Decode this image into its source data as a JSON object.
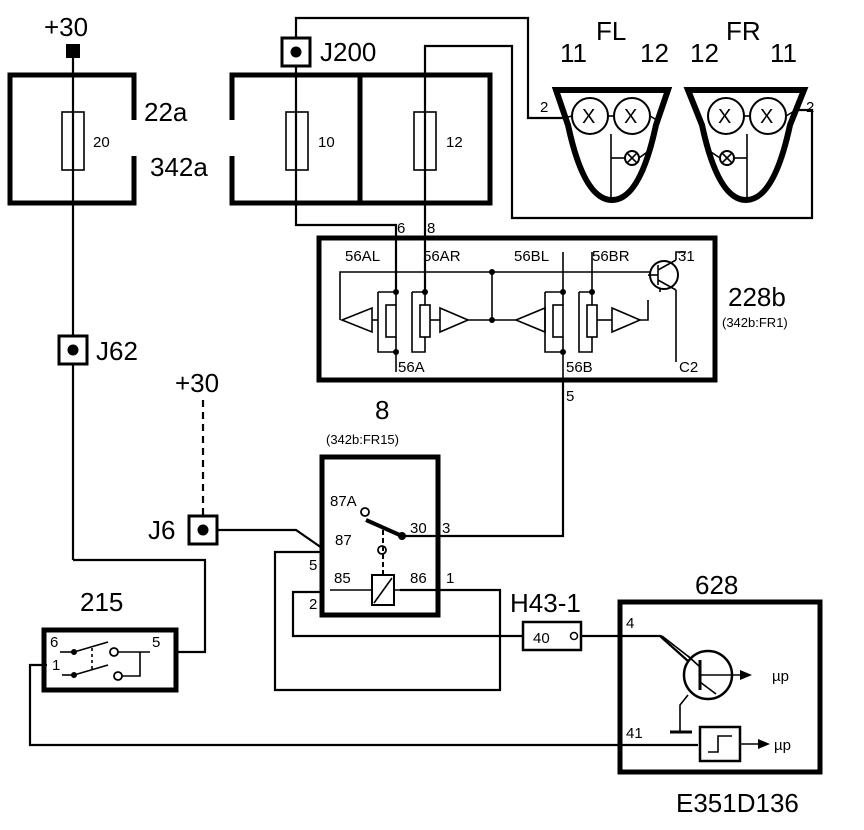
{
  "diagram_id": "E351D136",
  "supply": {
    "top_label": "+30",
    "mid_label": "+30"
  },
  "fuse_box_left": {
    "label_a": "22a",
    "label_b": "342a",
    "fuse": "20"
  },
  "fuse_box_right": {
    "fuse_1": "10",
    "fuse_2": "12"
  },
  "connectors": {
    "j200": "J200",
    "j62": "J62",
    "j6": "J6",
    "h43": "H43-1",
    "h43_pin": "40"
  },
  "lamps": {
    "fl_title": "FL",
    "fr_title": "FR",
    "fl_left": "11",
    "fl_right": "12",
    "fr_left": "12",
    "fr_right": "11",
    "fl_pin": "2",
    "fr_pin": "2"
  },
  "module_228b": {
    "id": "228b",
    "ref": "(342b:FR1)",
    "pin_6": "6",
    "pin_8": "8",
    "pin_31": "31",
    "pin_5": "5",
    "lbl_56al": "56AL",
    "lbl_56ar": "56AR",
    "lbl_56bl": "56BL",
    "lbl_56br": "56BR",
    "lbl_56a": "56A",
    "lbl_56b": "56B",
    "lbl_c2": "C2"
  },
  "relay_8": {
    "id": "8",
    "ref": "(342b:FR15)",
    "lbl_87a": "87A",
    "lbl_87": "87",
    "lbl_30": "30",
    "lbl_85": "85",
    "lbl_86": "86",
    "pin_3": "3",
    "pin_5": "5",
    "pin_2": "2",
    "pin_1": "1"
  },
  "switch_215": {
    "id": "215",
    "pin_6": "6",
    "pin_1": "1",
    "pin_5": "5"
  },
  "module_628": {
    "id": "628",
    "pin_4": "4",
    "pin_41": "41",
    "mu_top": "µp",
    "mu_bottom": "µp"
  }
}
